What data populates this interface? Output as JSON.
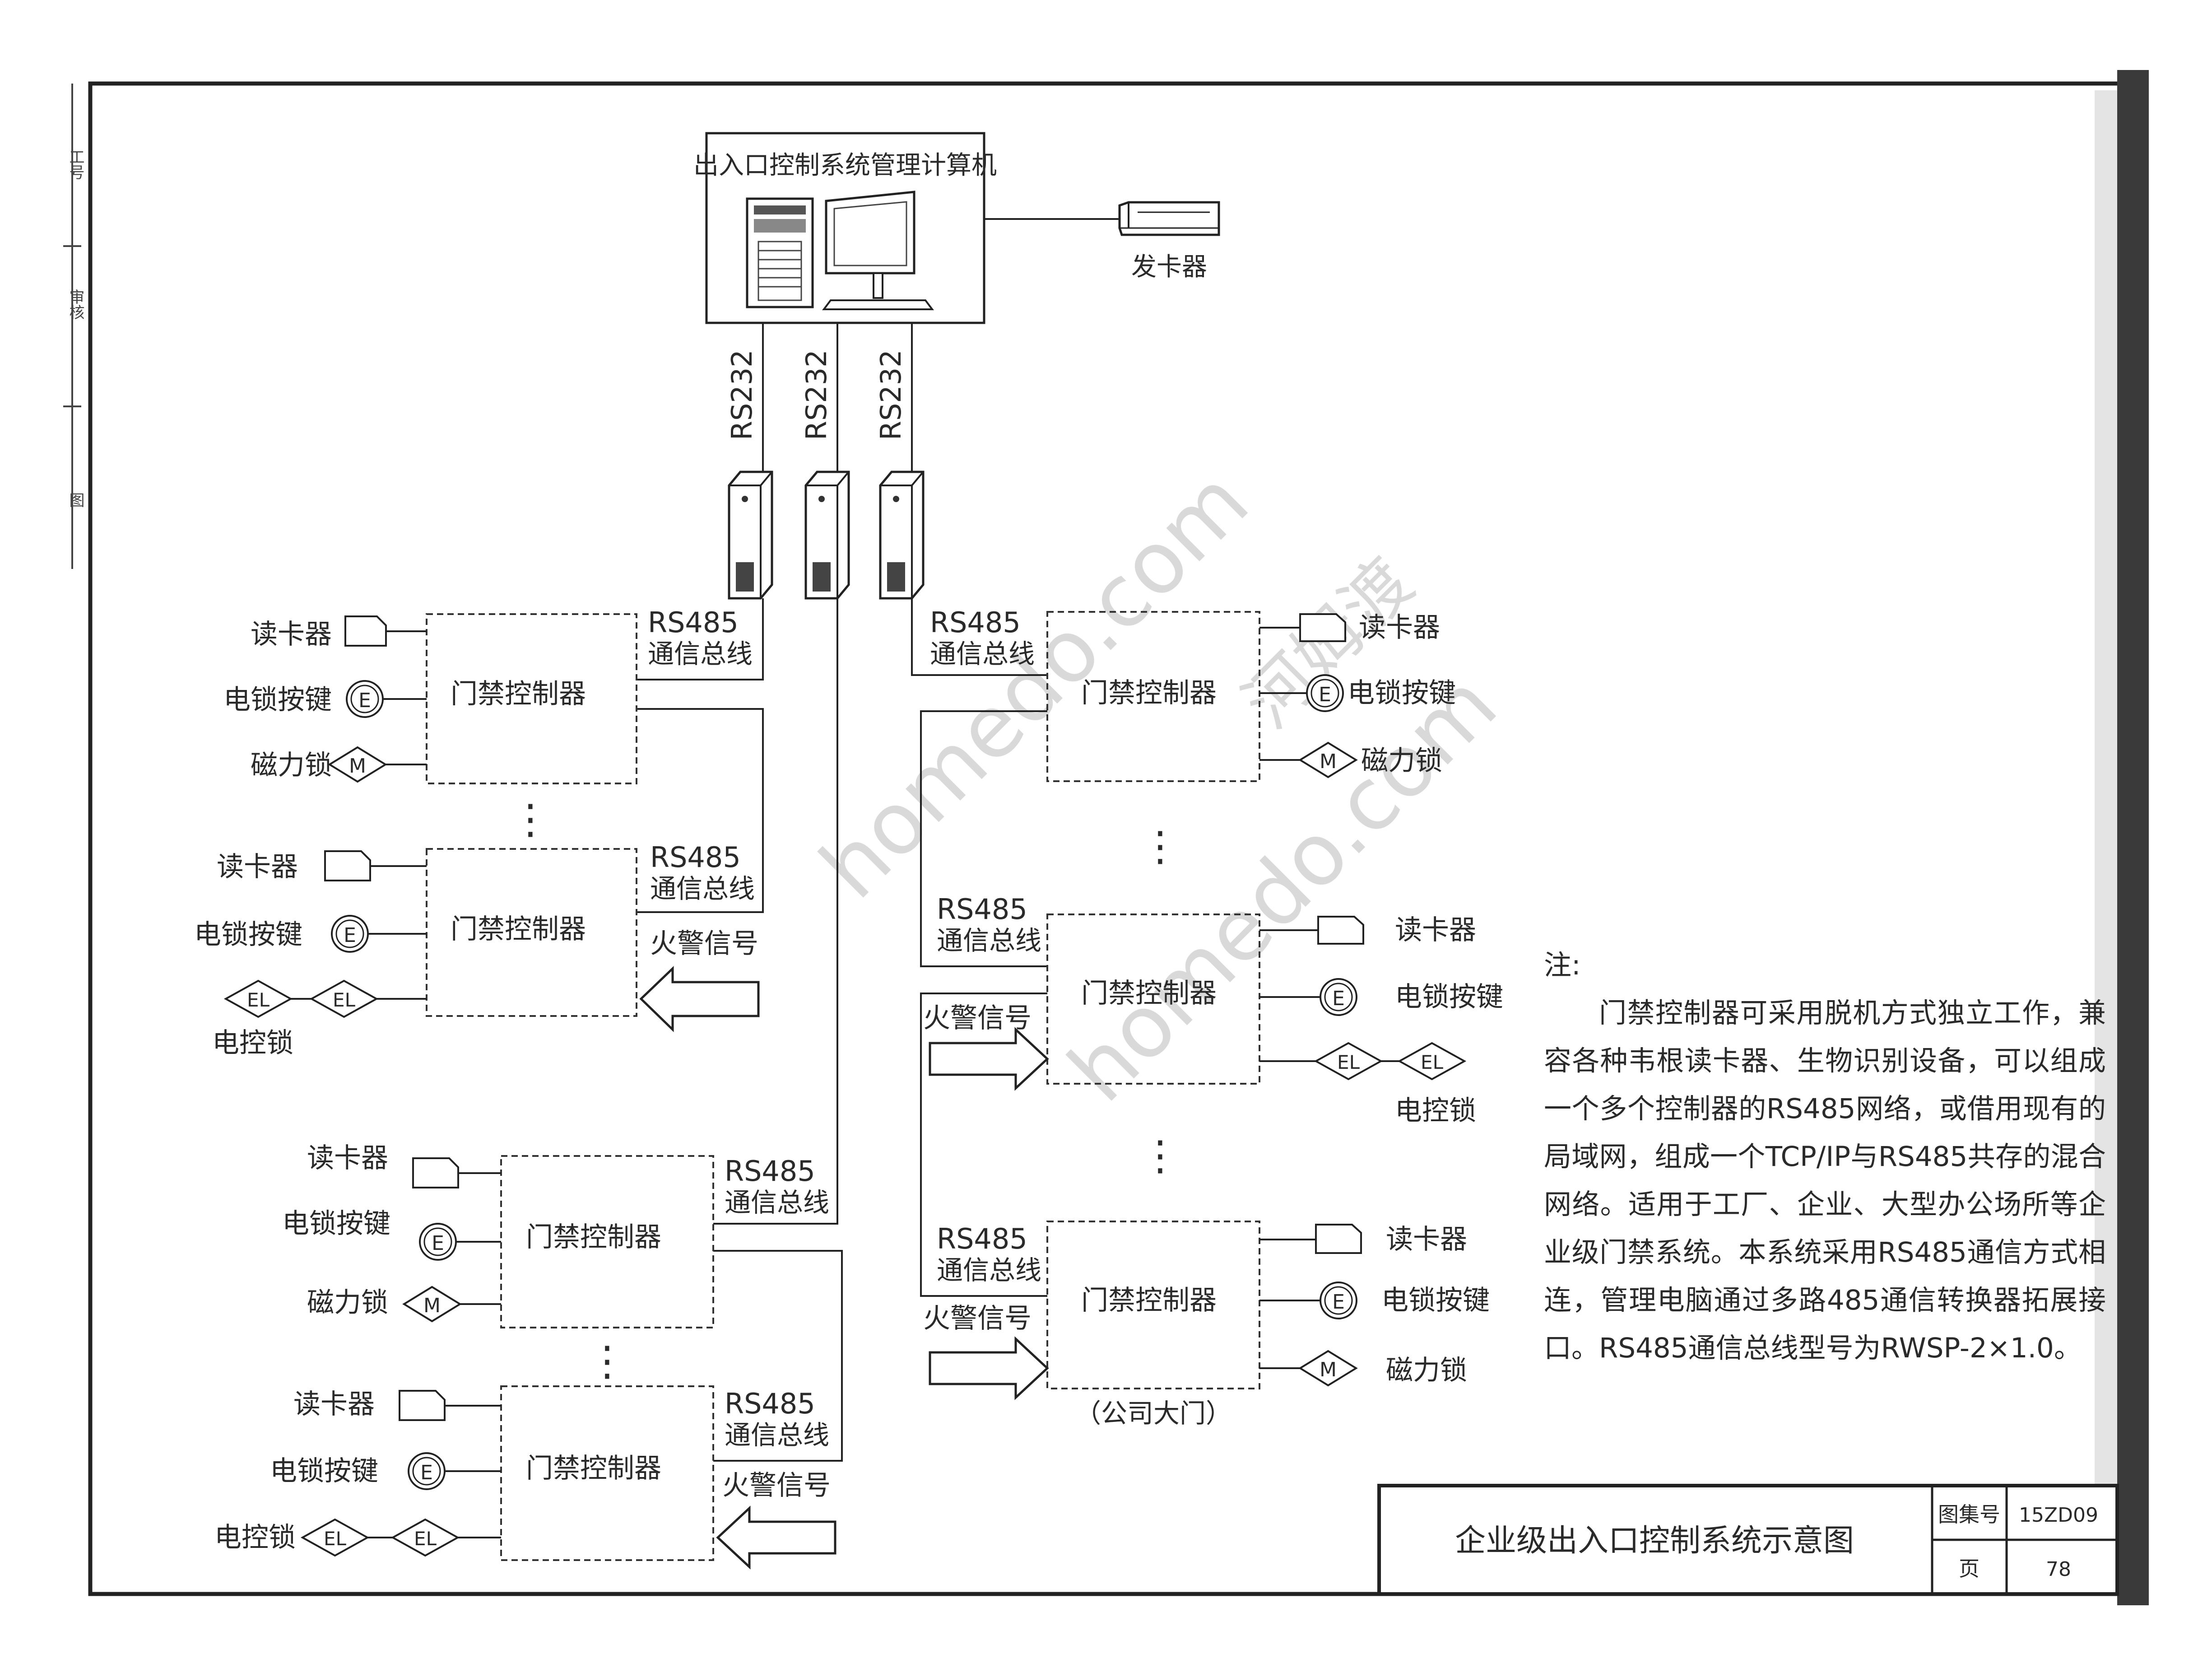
{
  "computer": {
    "label": "出入口控制系统管理计算机"
  },
  "card_issuer": {
    "label": "发卡器"
  },
  "links": {
    "rs232": "RS232"
  },
  "bus": {
    "line1": "RS485",
    "line2": "通信总线"
  },
  "controller_label": "门禁控制器",
  "devices": {
    "card_reader": "读卡器",
    "exit_button": "电锁按键",
    "magnetic_lock": "磁力锁",
    "electric_lock": "电控锁"
  },
  "symbols": {
    "exit_button": "E",
    "magnetic_lock": "M",
    "electric_lock": "EL"
  },
  "fire_signal": "火警信号",
  "company_gate": "（公司大门）",
  "ellipsis": "⋮",
  "note": {
    "heading": "注:",
    "body": "门禁控制器可采用脱机方式独立工作，兼容各种韦根读卡器、生物识别设备，可以组成一个多个控制器的RS485网络，或借用现有的局域网，组成一个TCP/IP与RS485共存的混合网络。适用于工厂、企业、大型办公场所等企业级门禁系统。本系统采用RS485通信方式相连，管理电脑通过多路485通信转换器拓展接口。RS485通信总线型号为RWSP-2×1.0。"
  },
  "title_block": {
    "title": "企业级出入口控制系统示意图",
    "atlas_label": "图集号",
    "atlas_value": "15ZD09",
    "page_label": "页",
    "page_value": "78"
  },
  "sidebar": {
    "item1": "图",
    "item2": "审核",
    "item3": "工号"
  },
  "watermark": {
    "text1": "homedo.com",
    "text2": "河姆渡"
  }
}
